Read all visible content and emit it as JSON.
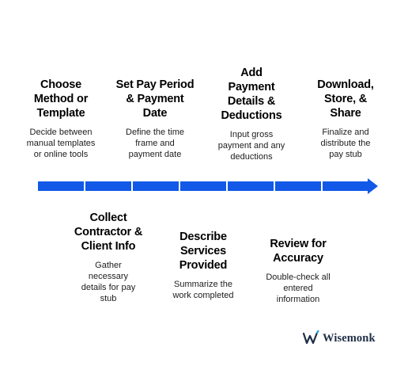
{
  "steps_top": [
    {
      "title": "Choose\nMethod or\nTemplate",
      "desc": "Decide between\nmanual templates\nor online tools"
    },
    {
      "title": "Set Pay Period\n& Payment\nDate",
      "desc": "Define the time\nframe and\npayment date"
    },
    {
      "title": "Add\nPayment\nDetails &\nDeductions",
      "desc": "Input gross\npayment and any\ndeductions"
    },
    {
      "title": "Download,\nStore, &\nShare",
      "desc": "Finalize and\ndistribute the\npay stub"
    }
  ],
  "steps_bottom": [
    {
      "title": "Collect\nContractor &\nClient Info",
      "desc": "Gather\nnecessary\ndetails for pay\nstub"
    },
    {
      "title": "Describe\nServices\nProvided",
      "desc": "Summarize the\nwork completed"
    },
    {
      "title": "Review for\nAccuracy",
      "desc": "Double-check all\nentered\ninformation"
    }
  ],
  "timeline": {
    "segments": 7,
    "color": "#1259e8"
  },
  "logo": {
    "name": "Wisemonk",
    "icon": "wisemonk-w-icon",
    "color": "#1f2e45",
    "accent": "#1fa0e0"
  }
}
